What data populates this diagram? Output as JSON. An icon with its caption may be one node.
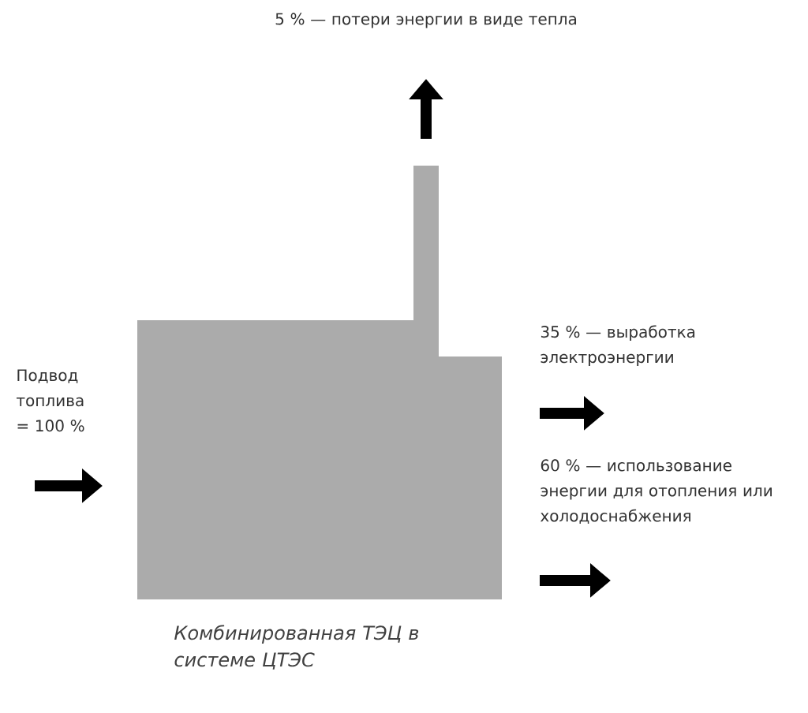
{
  "diagram": {
    "nodes": [
      {
        "text": [
          "Комбинированная ТЭЦ в системе ЦТЭС"
        ]
      }
    ],
    "labels": [
      "5 % — потери энергии в виде тепла",
      "35 % — выработка электроэнергии",
      "Подвод топлива = 100 %",
      "60 % — использование энергии для отопления или холодоснабжения"
    ]
  }
}
